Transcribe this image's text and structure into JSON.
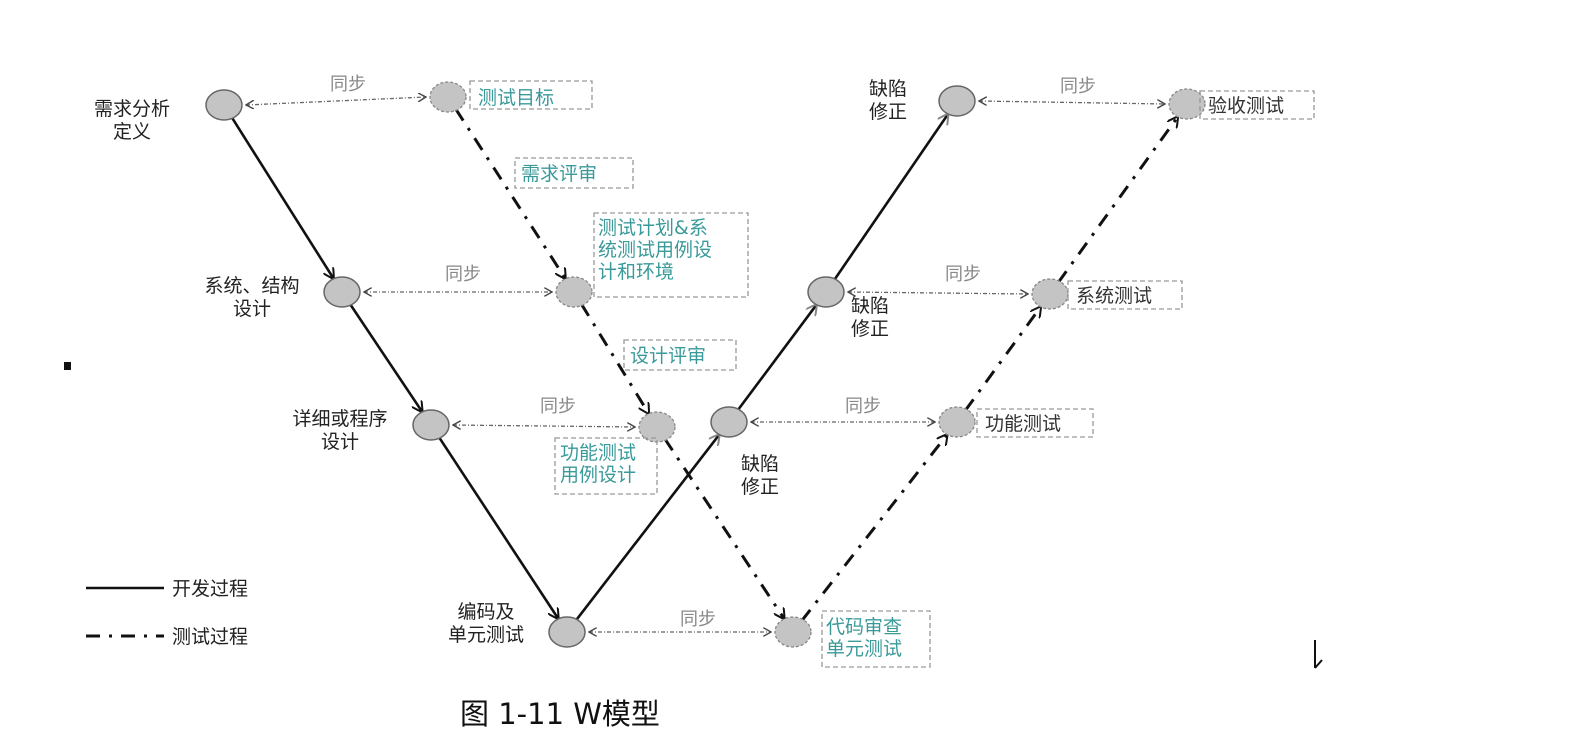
{
  "dev_nodes": [
    {
      "label": [
        "需求分析",
        "定义"
      ]
    },
    {
      "label": [
        "系统、结构",
        "设计"
      ]
    },
    {
      "label": [
        "详细或程序",
        "设计"
      ]
    },
    {
      "label": [
        "编码及",
        "单元测试"
      ]
    },
    {
      "label": [
        "缺陷",
        "修正"
      ]
    },
    {
      "label": [
        "缺陷",
        "修正"
      ]
    },
    {
      "label": [
        "缺陷",
        "修正"
      ]
    }
  ],
  "test_nodes": [
    {
      "label": [
        "测试目标"
      ]
    },
    {
      "label": [
        "测试计划&系",
        "统测试用例设",
        "计和环境"
      ]
    },
    {
      "label": [
        "功能测试",
        "用例设计"
      ]
    },
    {
      "label": [
        "代码审查",
        "单元测试"
      ]
    },
    {
      "label": [
        "功能测试"
      ]
    },
    {
      "label": [
        "系统测试"
      ]
    },
    {
      "label": [
        "验收测试"
      ]
    }
  ],
  "reviews": [
    "需求评审",
    "设计评审"
  ],
  "sync_label": "同步",
  "legend": {
    "dev": "开发过程",
    "test": "测试过程"
  },
  "caption": "图 1-11 W模型",
  "colors": {
    "teal": "#3a9a9a",
    "node": "#c4c4c4"
  }
}
